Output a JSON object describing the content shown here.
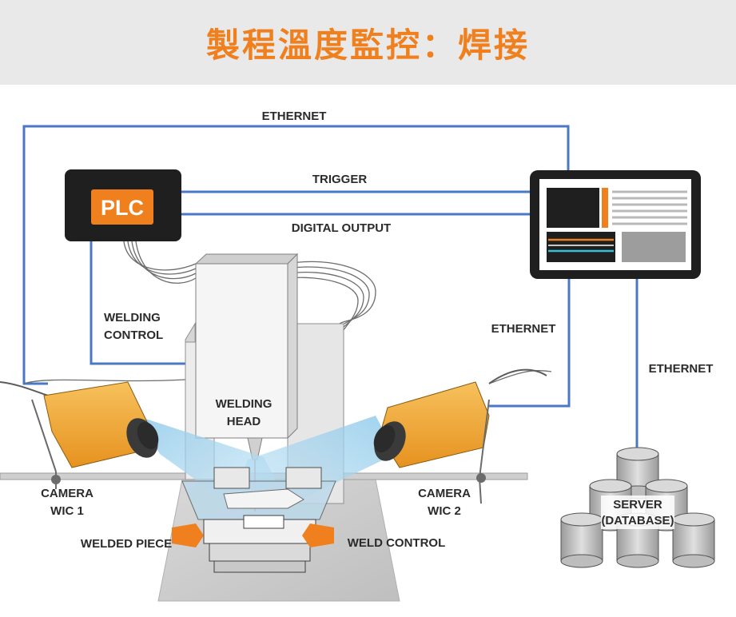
{
  "header": {
    "title": "製程溫度監控：焊接"
  },
  "plc": {
    "label": "PLC"
  },
  "labels": {
    "ethernet_top": "ETHERNET",
    "trigger": "TRIGGER",
    "digital_output": "DIGITAL OUTPUT",
    "welding_control_1": "WELDING",
    "welding_control_2": "CONTROL",
    "ethernet_mid": "ETHERNET",
    "ethernet_right": "ETHERNET",
    "welding_head_1": "WELDING",
    "welding_head_2": "HEAD",
    "camera1_1": "CAMERA",
    "camera1_2": "WIC 1",
    "camera2_1": "CAMERA",
    "camera2_2": "WIC 2",
    "welded_piece": "WELDED PIECE",
    "weld_control": "WELD CONTROL",
    "server_1": "SERVER",
    "server_2": "(DATABASE)"
  },
  "colors": {
    "accent": "#f07f1e",
    "wire": "#4a78c6",
    "camera": "#f2a531",
    "device": "#1f1f1f"
  }
}
